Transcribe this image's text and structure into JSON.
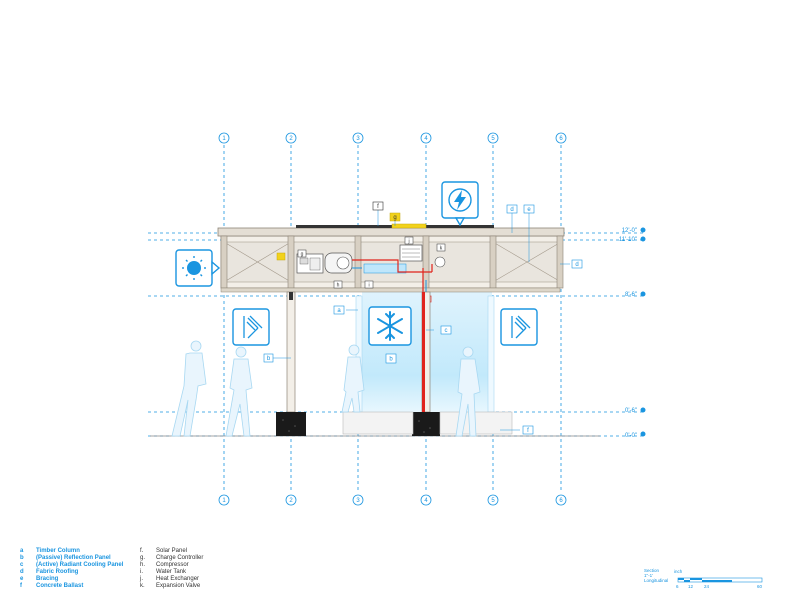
{
  "gridlines": [
    "1",
    "2",
    "3",
    "4",
    "5",
    "6"
  ],
  "levels": [
    {
      "label": "12'-0\""
    },
    {
      "label": "11'-10\""
    },
    {
      "label": "8'-6\""
    },
    {
      "label": "0'-6\""
    },
    {
      "label": "0'-0\""
    }
  ],
  "tags": {
    "a": "a",
    "b": "b",
    "c": "c",
    "d": "d",
    "e": "e",
    "f": "f",
    "g": "g",
    "h": "h",
    "i": "i",
    "j": "j",
    "k": "k"
  },
  "legend_left": [
    {
      "key": "a",
      "label": "Timber Column"
    },
    {
      "key": "b",
      "label": "(Passive) Reflection Panel"
    },
    {
      "key": "c",
      "label": "(Active) Radiant Cooling Panel"
    },
    {
      "key": "d",
      "label": "Fabric Roofing"
    },
    {
      "key": "e",
      "label": "Bracing"
    },
    {
      "key": "f",
      "label": "Concrete Ballast"
    }
  ],
  "legend_right": [
    {
      "key": "f.",
      "label": "Solar Panel"
    },
    {
      "key": "g.",
      "label": "Charge Controller"
    },
    {
      "key": "h.",
      "label": "Compressor"
    },
    {
      "key": "i.",
      "label": "Water Tank"
    },
    {
      "key": "j.",
      "label": "Heat Exchanger"
    },
    {
      "key": "k.",
      "label": "Expansion Valve"
    }
  ],
  "scale": {
    "title": "Section",
    "ratio": "1\"-1'",
    "axis": "Longitudinal",
    "unit": "inch",
    "ticks": [
      "6",
      "12",
      "24",
      "60"
    ]
  },
  "icons": {
    "sun": "sun-icon",
    "lightning": "lightning-icon",
    "snowflake": "snowflake-icon",
    "reflection": "reflection-icon"
  },
  "colors": {
    "blue": "#1a95e0",
    "red": "#e0231c",
    "yellow": "#f2d21b"
  }
}
